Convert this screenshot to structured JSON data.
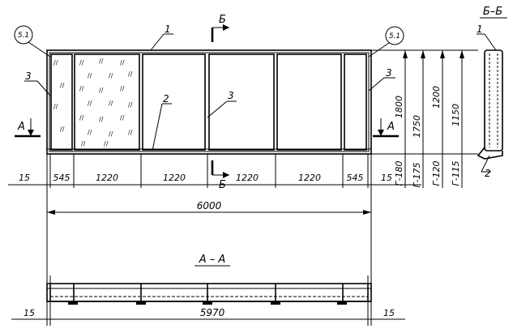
{
  "labels": {
    "callout_left": "5.1",
    "callout_right": "5.1",
    "pos_1_top": "1",
    "pos_1_section": "1",
    "pos_2_front": "2",
    "pos_2_section": "2",
    "pos_3_left": "3",
    "pos_3_mid": "3",
    "pos_3_right": "3"
  },
  "section_marks": {
    "b_top": "Б",
    "b_bottom": "Б",
    "a_left": "А",
    "a_right": "А",
    "section_bb_title": "Б–Б",
    "section_aa_title": "А – А"
  },
  "dimensions": {
    "bottom_chain": [
      "15",
      "545",
      "1220",
      "1220",
      "1220",
      "1220",
      "545",
      "15"
    ],
    "overall": "6000",
    "plan_overall": "5970",
    "plan_left": "15",
    "plan_right": "15",
    "heights": [
      "1800",
      "1750",
      "1200",
      "1150"
    ],
    "marks": [
      "Г-180",
      "Г-175",
      "Г-120",
      "Г-115"
    ]
  },
  "glyphs": {
    "hatch": "//"
  }
}
